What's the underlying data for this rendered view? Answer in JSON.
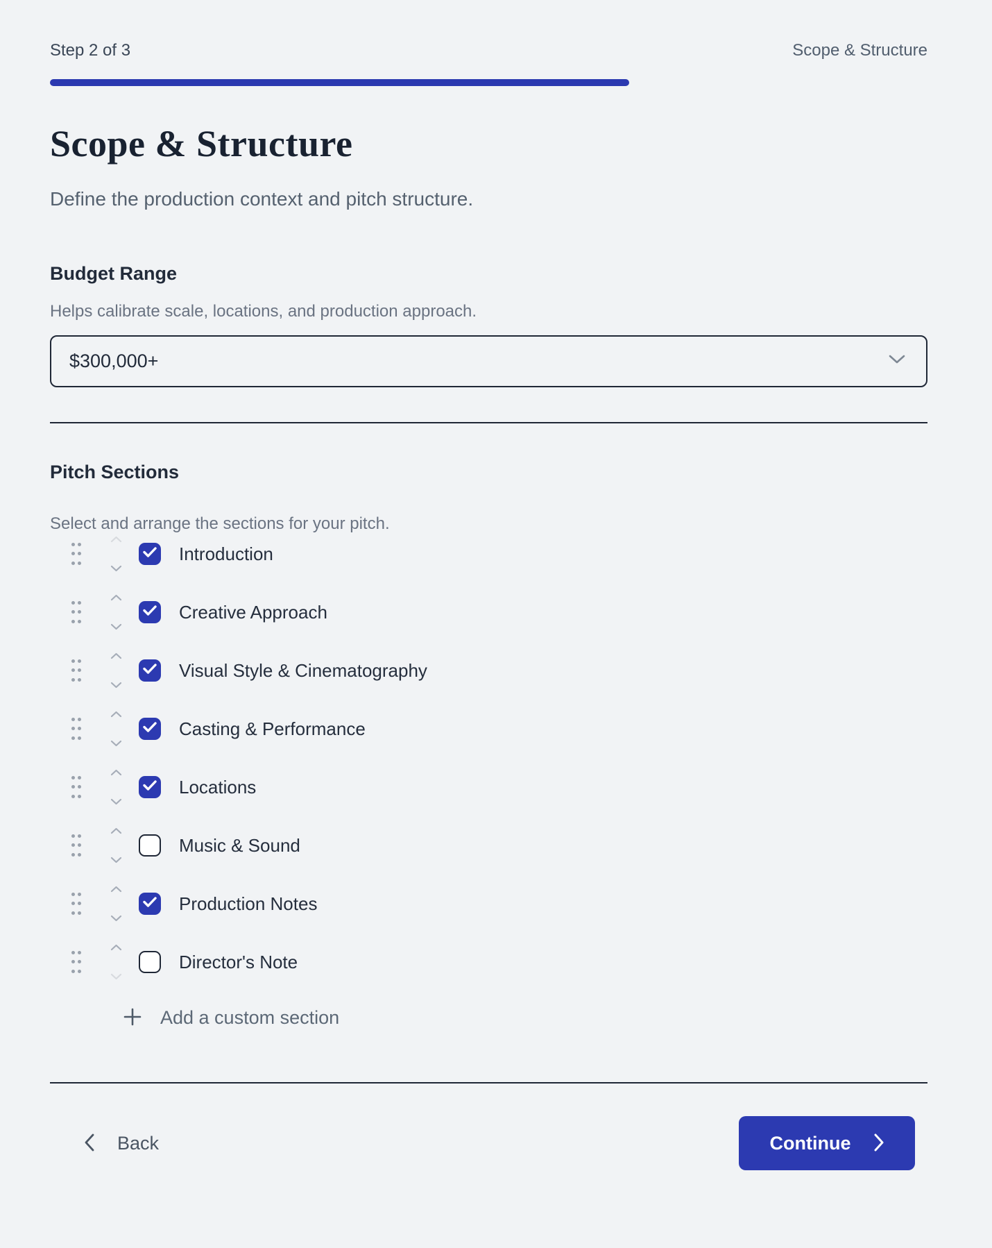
{
  "colors": {
    "accent": "#2c3ab1",
    "background": "#f1f3f5",
    "dark_border": "#1f2736"
  },
  "header": {
    "step_label": "Step 2 of 3",
    "step_name": "Scope & Structure",
    "progress_fraction": 0.66
  },
  "title": "Scope & Structure",
  "subtitle": "Define the production context and pitch structure.",
  "budget": {
    "label": "Budget Range",
    "helper": "Helps calibrate scale, locations, and production approach.",
    "value": "$300,000+",
    "chevron_icon": "chevron-down-icon"
  },
  "sections": {
    "label": "Pitch Sections",
    "helper": "Select and arrange the sections for your pitch.",
    "items": [
      {
        "label": "Introduction",
        "checked": true
      },
      {
        "label": "Creative Approach",
        "checked": true
      },
      {
        "label": "Visual Style & Cinematography",
        "checked": true
      },
      {
        "label": "Casting & Performance",
        "checked": true
      },
      {
        "label": "Locations",
        "checked": true
      },
      {
        "label": "Music & Sound",
        "checked": false
      },
      {
        "label": "Production Notes",
        "checked": true
      },
      {
        "label": "Director's Note",
        "checked": false
      }
    ],
    "add_label": "Add a custom section"
  },
  "footer": {
    "back_label": "Back",
    "continue_label": "Continue"
  }
}
